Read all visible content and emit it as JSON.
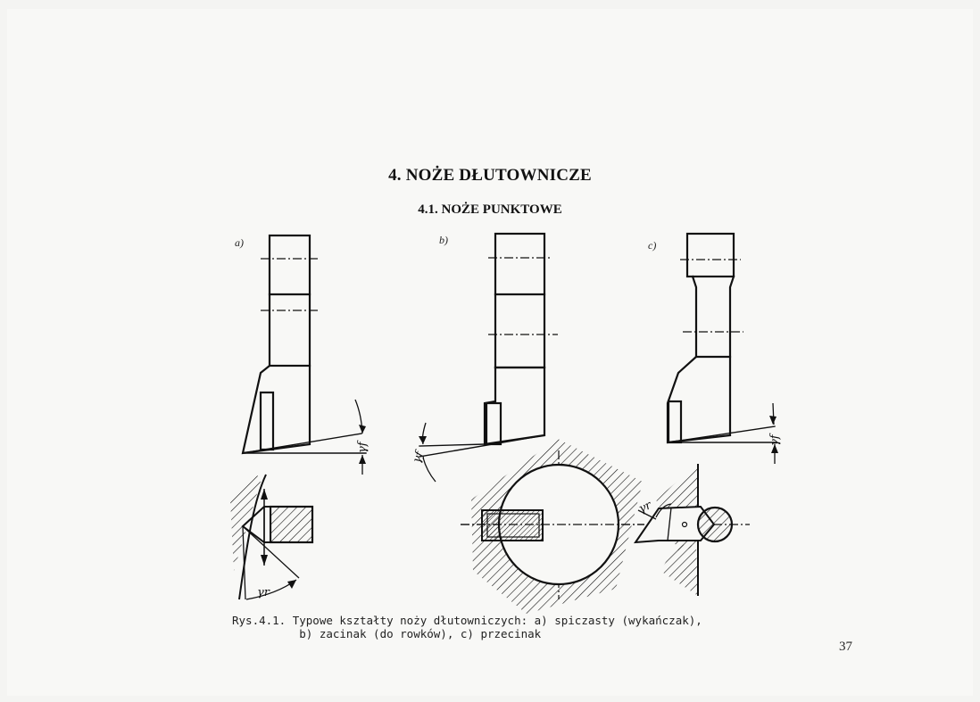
{
  "document": {
    "chapter_title": "4. NOŻE DŁUTOWNICZE",
    "section_title": "4.1. NOŻE PUNKTOWE",
    "figure_labels": [
      "a)",
      "b)",
      "c)"
    ],
    "caption_line1": "Rys.4.1. Typowe kształty noży dłutowniczych: a) spiczasty (wykańczak),",
    "caption_line2": "          b) zacinak (do rowków), c) przecinak",
    "page_number": "37",
    "angle_labels": {
      "gamma_r": "γr",
      "gamma_f": "γf"
    }
  },
  "colors": {
    "ink": "#111111",
    "paper": "#f8f8f6"
  }
}
